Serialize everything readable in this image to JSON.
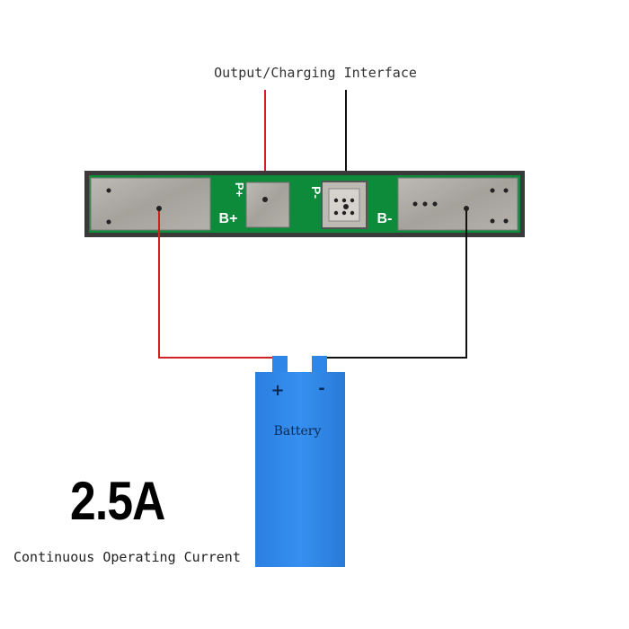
{
  "title": "Output/Charging Interface",
  "pcb": {
    "labels": {
      "p_plus": "P+",
      "b_plus": "B+",
      "p_minus": "P-",
      "b_minus": "B-"
    }
  },
  "battery": {
    "label": "Battery",
    "plus": "+",
    "minus": "-"
  },
  "spec": {
    "current_value": "2.5A",
    "current_caption": "Continuous Operating Current"
  },
  "colors": {
    "positive_wire": "#d42020",
    "negative_wire": "#111111",
    "pcb_green": "#0d8a3a",
    "pad_metal": "#a9a6a0",
    "battery_blue": "#2d86e8"
  }
}
